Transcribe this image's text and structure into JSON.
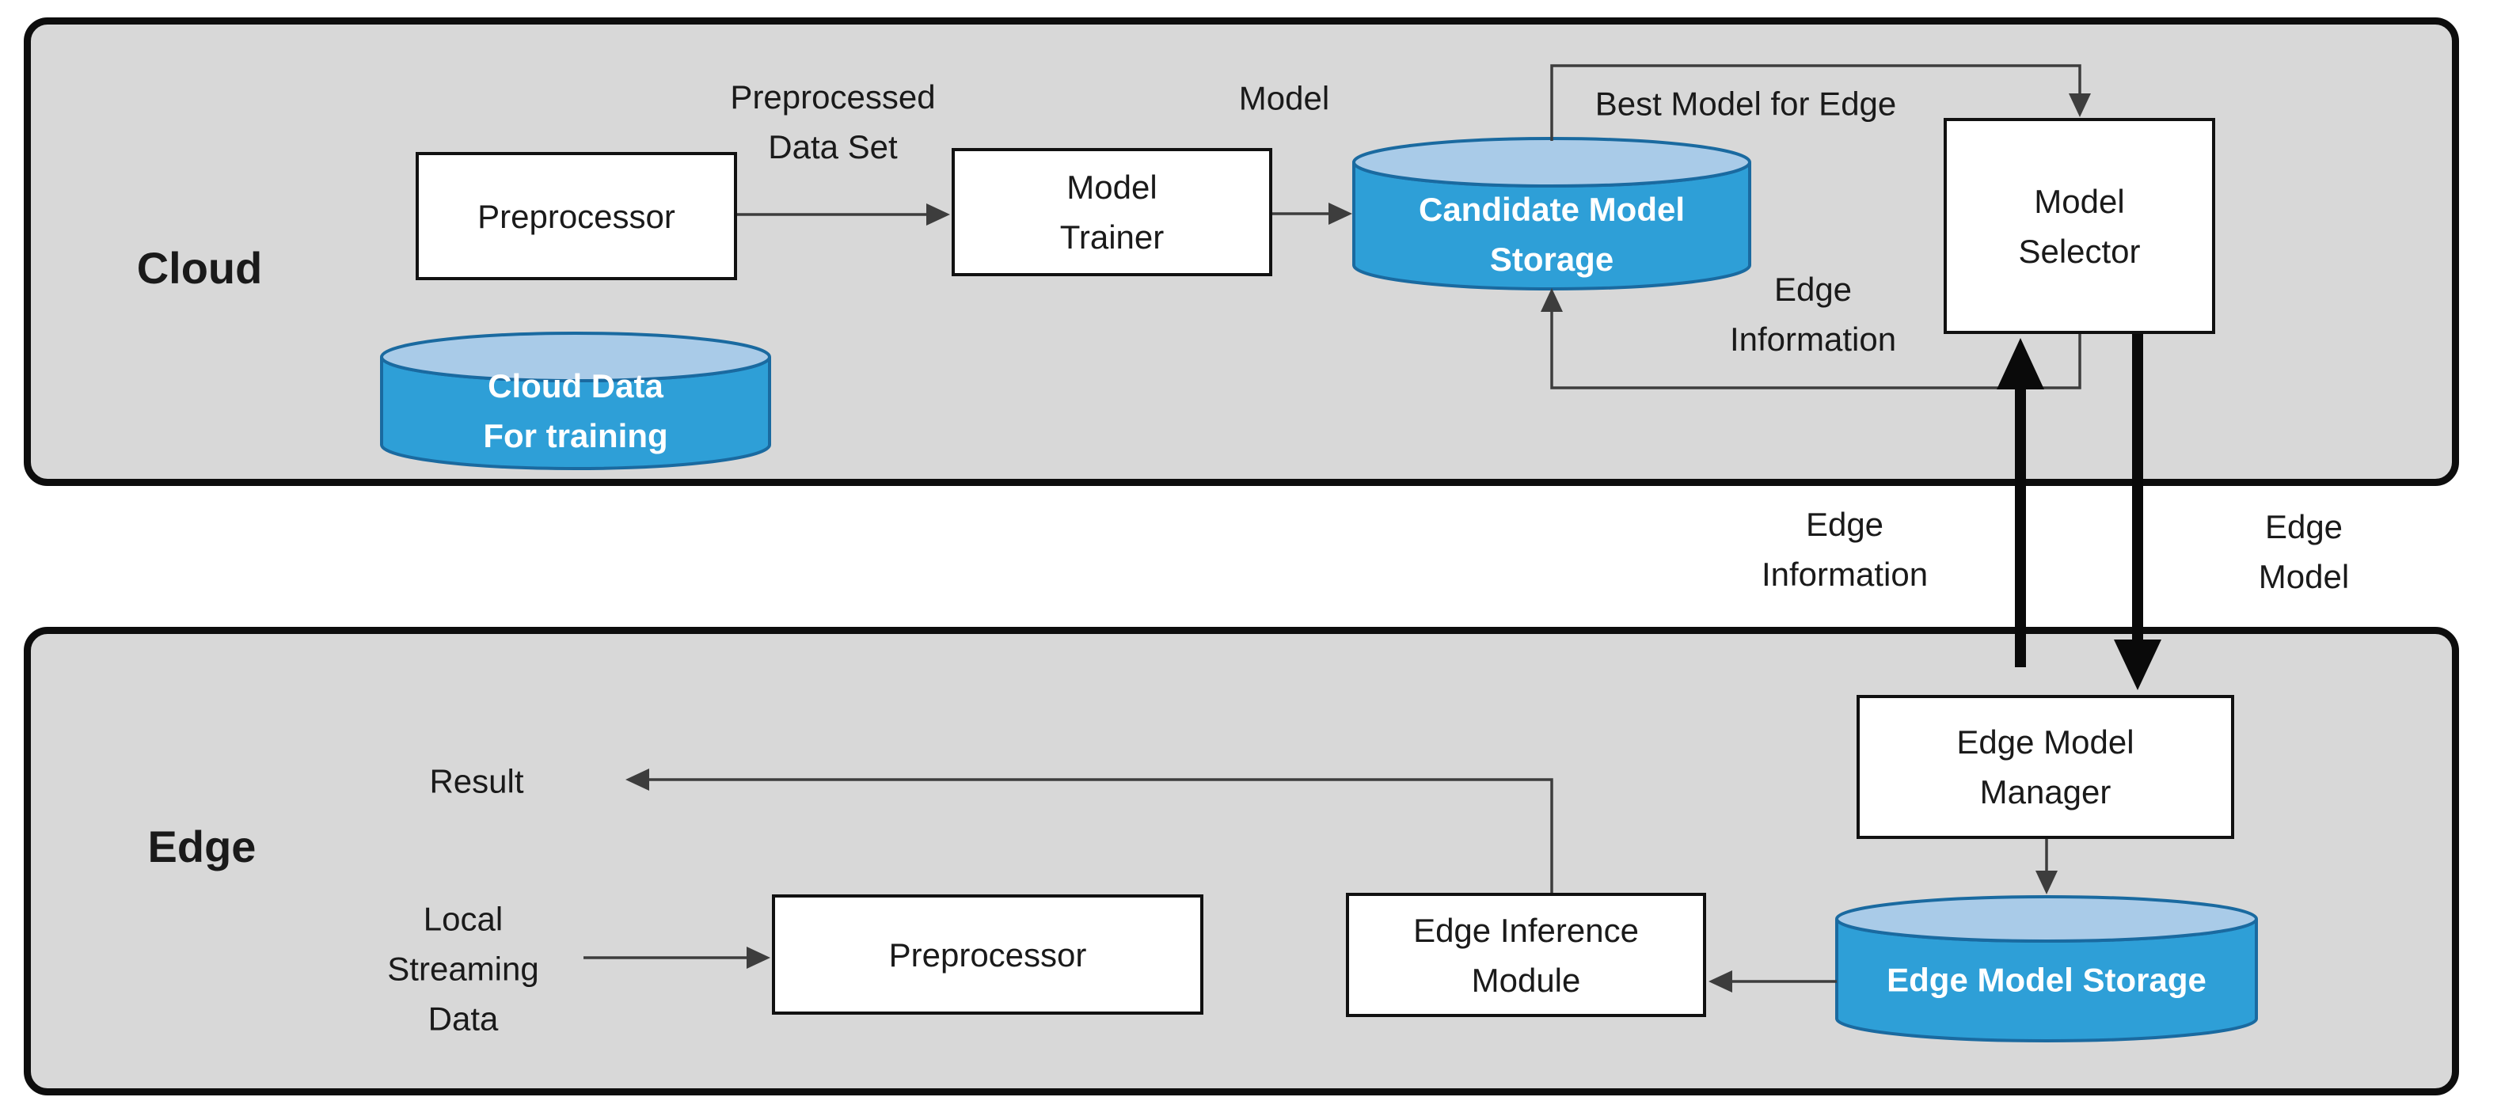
{
  "colors": {
    "canvas-bg": "#ffffff",
    "container-fill": "#d8d8d8",
    "container-border": "#0d0d0d",
    "node-fill": "#ffffff",
    "node-border": "#111111",
    "line": "#3d3d3d",
    "thick": "#0a0a0a",
    "cylinder-body": "#2e9fd7",
    "cylinder-top": "#a9cbe8",
    "cylinder-border": "#1a6aa0",
    "cylinder-text": "#ffffff",
    "text": "#1a1a1a"
  },
  "cloud": {
    "label": "Cloud",
    "preprocessor": "Preprocessor",
    "preprocessed_dataset_label": "Preprocessed\nData Set",
    "model_trainer": "Model\nTrainer",
    "model_label": "Model",
    "candidate_model_storage": "Candidate Model\nStorage",
    "best_model_label": "Best Model for Edge",
    "model_selector": "Model\nSelector",
    "edge_information_label": "Edge\nInformation",
    "cloud_data": "Cloud Data\nFor training"
  },
  "between": {
    "edge_information_label": "Edge\nInformation",
    "edge_model_label": "Edge\nModel"
  },
  "edge": {
    "label": "Edge",
    "result_label": "Result",
    "local_streaming_label": "Local\nStreaming\nData",
    "preprocessor": "Preprocessor",
    "edge_inference_module": "Edge Inference\nModule",
    "edge_model_manager": "Edge Model\nManager",
    "edge_model_storage": "Edge Model Storage"
  }
}
